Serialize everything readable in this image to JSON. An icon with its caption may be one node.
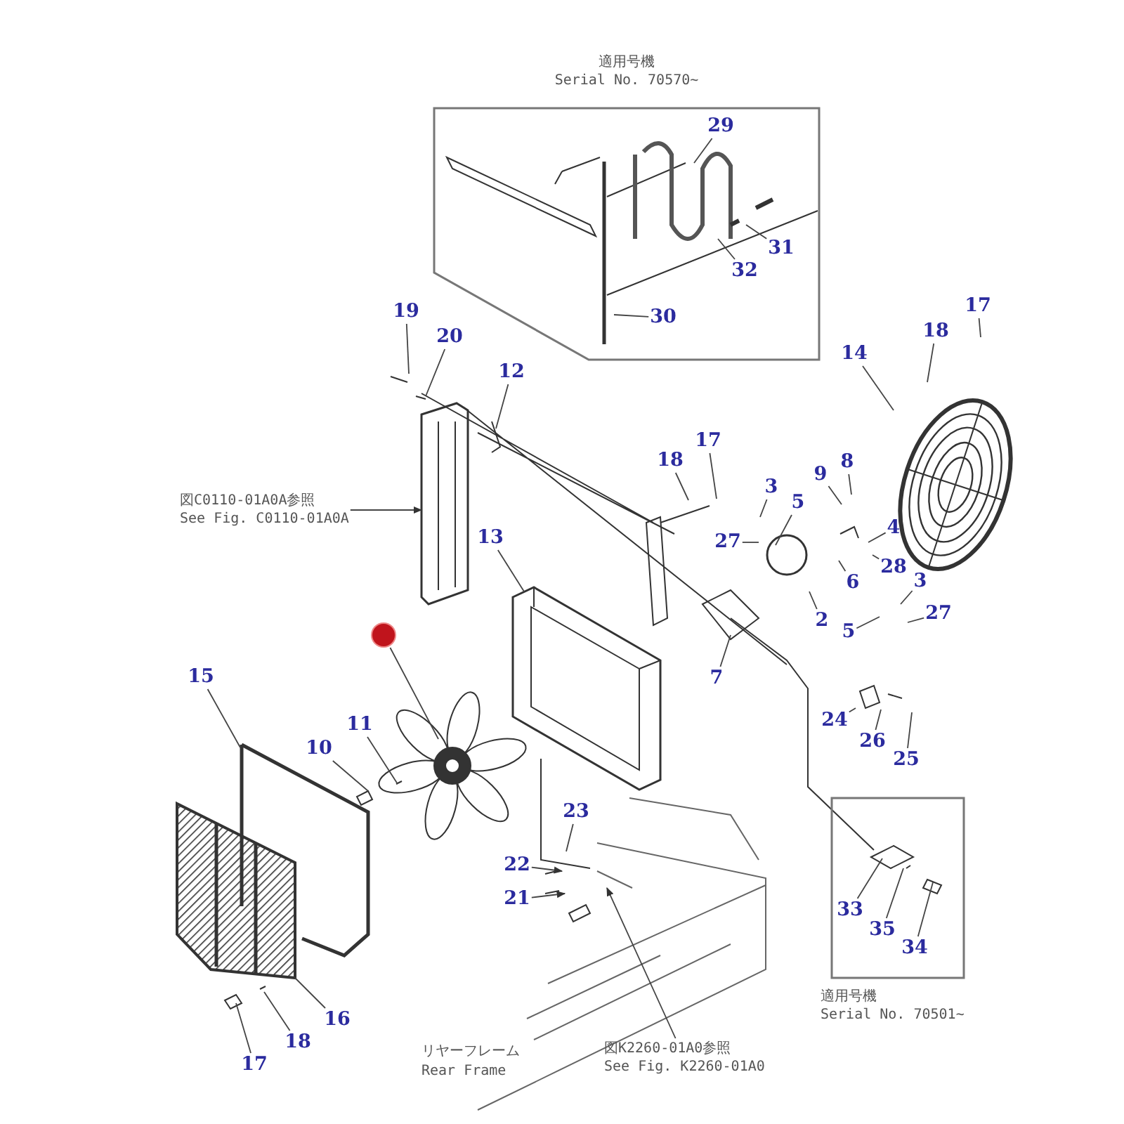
{
  "diagram": {
    "nodes": [
      {
        "text": [
          "適用号機",
          "Serial No. 70570~"
        ]
      },
      {
        "text": [
          "29"
        ],
        "in": 0
      },
      {
        "text": [
          "31"
        ],
        "in": 0
      },
      {
        "text": [
          "32"
        ],
        "in": 0
      },
      {
        "text": [
          "30"
        ],
        "in": 0
      },
      {
        "text": [
          "17"
        ]
      },
      {
        "text": [
          "18"
        ]
      },
      {
        "text": [
          "14"
        ]
      },
      {
        "text": [
          "19"
        ]
      },
      {
        "text": [
          "20"
        ]
      },
      {
        "text": [
          "12"
        ]
      },
      {
        "text": [
          "17"
        ]
      },
      {
        "text": [
          "18"
        ]
      },
      {
        "text": [
          "3"
        ]
      },
      {
        "text": [
          "9"
        ]
      },
      {
        "text": [
          "8"
        ]
      },
      {
        "text": [
          "5"
        ]
      },
      {
        "text": [
          "27"
        ]
      },
      {
        "text": [
          "4"
        ]
      },
      {
        "text": [
          "28"
        ]
      },
      {
        "text": [
          "6"
        ]
      },
      {
        "text": [
          "3"
        ]
      },
      {
        "text": [
          "27"
        ]
      },
      {
        "text": [
          "2"
        ]
      },
      {
        "text": [
          "5"
        ]
      },
      {
        "text": [
          "図C0110-01A0A参照",
          "See Fig. C0110-01A0A"
        ]
      },
      {
        "text": [
          "13"
        ]
      },
      {
        "text": [],
        "shape": "circle"
      },
      {
        "text": [
          "7"
        ]
      },
      {
        "text": [
          "15"
        ]
      },
      {
        "text": [
          "11"
        ]
      },
      {
        "text": [
          "10"
        ]
      },
      {
        "text": [
          "24"
        ]
      },
      {
        "text": [
          "26"
        ]
      },
      {
        "text": [
          "25"
        ]
      },
      {
        "text": [
          "23"
        ]
      },
      {
        "text": [
          "22"
        ]
      },
      {
        "text": [
          "21"
        ]
      },
      {
        "text": [
          "適用号機",
          "Serial No. 70501~"
        ]
      },
      {
        "text": [
          "33"
        ],
        "in": 38
      },
      {
        "text": [
          "35"
        ],
        "in": 38
      },
      {
        "text": [
          "34"
        ],
        "in": 38
      },
      {
        "text": [
          "16"
        ]
      },
      {
        "text": [
          "17"
        ]
      },
      {
        "text": [
          "18"
        ]
      },
      {
        "text": [
          "図K2260-01A0参照",
          "See Fig. K2260-01A0"
        ]
      }
    ],
    "edges": [
      {
        "from": 1,
        "to": null,
        "arrow": "none"
      },
      {
        "from": 2,
        "to": null,
        "arrow": "none"
      },
      {
        "from": 3,
        "to": null,
        "arrow": "none"
      },
      {
        "from": 4,
        "to": null,
        "arrow": "none"
      },
      {
        "from": 5,
        "to": null,
        "arrow": "none"
      },
      {
        "from": 6,
        "to": null,
        "arrow": "none"
      },
      {
        "from": 7,
        "to": null,
        "arrow": "none"
      },
      {
        "from": 8,
        "to": null,
        "arrow": "none"
      },
      {
        "from": 9,
        "to": null,
        "arrow": "none"
      },
      {
        "from": 10,
        "to": null,
        "arrow": "none"
      },
      {
        "from": 11,
        "to": null,
        "arrow": "none"
      },
      {
        "from": 12,
        "to": null,
        "arrow": "none"
      },
      {
        "from": 13,
        "to": null,
        "arrow": "none"
      },
      {
        "from": 14,
        "to": null,
        "arrow": "none"
      },
      {
        "from": 15,
        "to": null,
        "arrow": "none"
      },
      {
        "from": 16,
        "to": null,
        "arrow": "none"
      },
      {
        "from": 17,
        "to": null,
        "arrow": "none"
      },
      {
        "from": 18,
        "to": null,
        "arrow": "none"
      },
      {
        "from": 19,
        "to": null,
        "arrow": "none"
      },
      {
        "from": 20,
        "to": null,
        "arrow": "none"
      },
      {
        "from": 21,
        "to": null,
        "arrow": "none"
      },
      {
        "from": 22,
        "to": null,
        "arrow": "none"
      },
      {
        "from": 23,
        "to": null,
        "arrow": "none"
      },
      {
        "from": 24,
        "to": null,
        "arrow": "none"
      },
      {
        "from": 25,
        "to": null,
        "arrow": "to"
      },
      {
        "from": 26,
        "to": null,
        "arrow": "none"
      },
      {
        "from": 27,
        "to": null,
        "arrow": "none"
      },
      {
        "from": 28,
        "to": null,
        "arrow": "none"
      },
      {
        "from": 29,
        "to": null,
        "arrow": "none"
      },
      {
        "from": 30,
        "to": null,
        "arrow": "none"
      },
      {
        "from": 31,
        "to": null,
        "arrow": "none"
      },
      {
        "from": 32,
        "to": null,
        "arrow": "none"
      },
      {
        "from": 33,
        "to": null,
        "arrow": "none"
      },
      {
        "from": 34,
        "to": null,
        "arrow": "none"
      },
      {
        "from": 35,
        "to": null,
        "arrow": "none"
      },
      {
        "from": 36,
        "to": null,
        "arrow": "to"
      },
      {
        "from": 37,
        "to": null,
        "arrow": "to"
      },
      {
        "from": 39,
        "to": null,
        "arrow": "none"
      },
      {
        "from": 40,
        "to": null,
        "arrow": "none"
      },
      {
        "from": 41,
        "to": null,
        "arrow": "none"
      },
      {
        "from": 42,
        "to": null,
        "arrow": "none"
      },
      {
        "from": 43,
        "to": null,
        "arrow": "none"
      },
      {
        "from": 44,
        "to": null,
        "arrow": "none"
      },
      {
        "from": 45,
        "to": null,
        "arrow": "to"
      }
    ],
    "labels": [
      "リヤーフレーム",
      "Rear Frame"
    ]
  }
}
